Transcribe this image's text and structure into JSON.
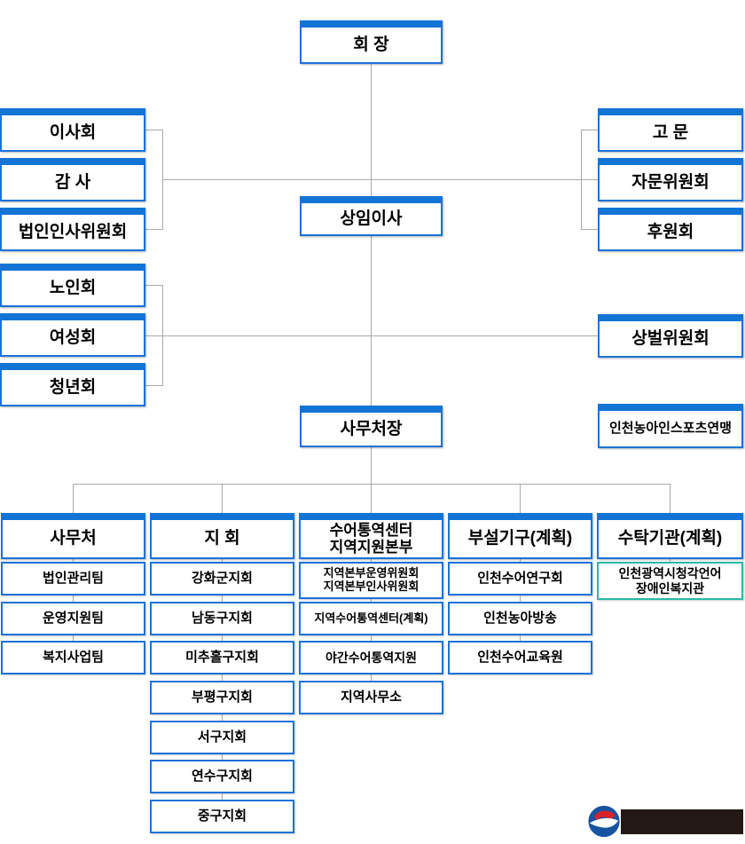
{
  "org_chart": {
    "chairman": "회 장",
    "board_group": [
      "이사회",
      "감 사",
      "법인인사위원회"
    ],
    "advisor_group": [
      "고 문",
      "자문위원회",
      "후원회"
    ],
    "executive_director": "상임이사",
    "member_group": [
      "노인회",
      "여성회",
      "청년회"
    ],
    "discipline_committee": "상벌위원회",
    "secretary_general": "사무처장",
    "sports_federation": "인천농아인스포츠연맹",
    "departments": [
      {
        "header": "사무처",
        "items": [
          "법인관리팀",
          "운영지원팀",
          "복지사업팀"
        ]
      },
      {
        "header": "지  회",
        "items": [
          "강화군지회",
          "남동구지회",
          "미추홀구지회",
          "부평구지회",
          "서구지회",
          "연수구지회",
          "중구지회"
        ]
      },
      {
        "header": "수어통역센터\n지역지원본부",
        "items": [
          "지역본부운영위원회\n지역본부인사위원회",
          "지역수어통역센터(계획)",
          "야간수어통역지원",
          "지역사무소"
        ]
      },
      {
        "header": "부설기구(계획)",
        "items": [
          "인천수어연구회",
          "인천농아방송",
          "인천수어교육원"
        ]
      },
      {
        "header": "수탁기관(계획)",
        "items": [
          "인천광역시청각언어\n장애인복지관"
        ]
      }
    ]
  },
  "colors": {
    "header_bar_blue": "#1274d4",
    "box_border_blue": "#1b72d8",
    "entrusted_border_teal": "#2ab8a8",
    "connector_gray": "#a9a9a9",
    "logo_block_dark": "#231815",
    "emblem_blue": "#1654a1",
    "emblem_red": "#d6242a"
  }
}
